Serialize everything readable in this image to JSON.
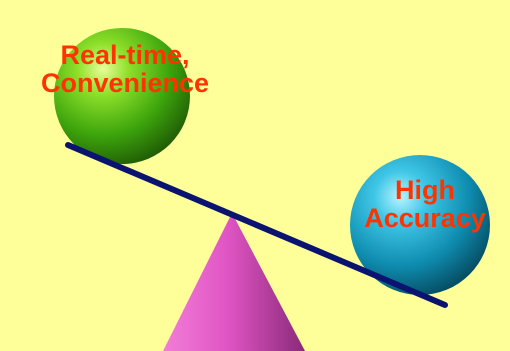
{
  "left_ball": {
    "label_lines": [
      "Real-time,",
      "Convenience"
    ]
  },
  "right_ball": {
    "label_lines": [
      "High",
      "Accuracy"
    ]
  },
  "colors": {
    "background": "#ffff99",
    "label_text": "#ff3300",
    "beam": "#0a1470",
    "left_ball": "#4fbf12",
    "right_ball": "#12a0c4",
    "fulcrum": "#e055c4"
  }
}
